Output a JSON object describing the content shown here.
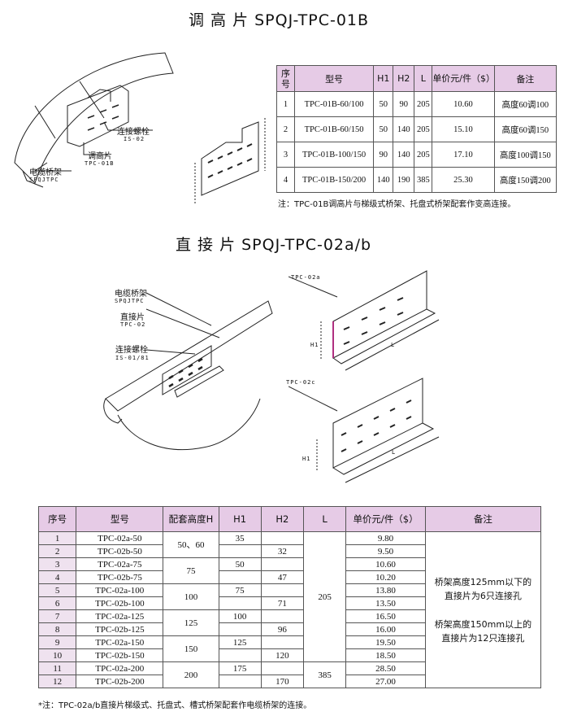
{
  "section1": {
    "title": "调 高 片 SPQJ-TPC-01B",
    "labels": {
      "bolt": "连接螺栓",
      "bolt_code": "IS-02",
      "piece": "调高片",
      "piece_code": "TPC-01B",
      "tray": "电缆桥架",
      "tray_code": "SPQJTPC"
    },
    "table": {
      "headers": [
        "序号",
        "型号",
        "H1",
        "H2",
        "L",
        "单价元/件（$）",
        "备注"
      ],
      "rows": [
        [
          "1",
          "TPC-01B-60/100",
          "50",
          "90",
          "205",
          "10.60",
          "高度60调100"
        ],
        [
          "2",
          "TPC-01B-60/150",
          "50",
          "140",
          "205",
          "15.10",
          "高度60调150"
        ],
        [
          "3",
          "TPC-01B-100/150",
          "90",
          "140",
          "205",
          "17.10",
          "高度100调150"
        ],
        [
          "4",
          "TPC-01B-150/200",
          "140",
          "190",
          "385",
          "25.30",
          "高度150调200"
        ]
      ]
    },
    "note": "注：TPC-01B调高片与梯级式桥架、托盘式桥架配套作变高连接。"
  },
  "section2": {
    "title": "直 接 片 SPQJ-TPC-02a/b",
    "labels": {
      "tray": "电缆桥架",
      "tray_code": "SPQJTPC",
      "piece": "直接片",
      "piece_code": "TPC-02",
      "bolt": "连接螺栓",
      "bolt_code": "IS-01/81",
      "part_a": "TPC-02a",
      "part_c": "TPC-02c",
      "h1": "H1",
      "l": "L"
    },
    "table": {
      "headers": [
        "序号",
        "型号",
        "配套高度H",
        "H1",
        "H2",
        "L",
        "单价元/件（$）",
        "备注"
      ],
      "rows": [
        {
          "no": "1",
          "model": "TPC-02a-50",
          "h1": "35",
          "h2": "",
          "price": "9.80"
        },
        {
          "no": "2",
          "model": "TPC-02b-50",
          "h1": "",
          "h2": "32",
          "price": "9.50"
        },
        {
          "no": "3",
          "model": "TPC-02a-75",
          "h1": "50",
          "h2": "",
          "price": "10.60"
        },
        {
          "no": "4",
          "model": "TPC-02b-75",
          "h1": "",
          "h2": "47",
          "price": "10.20"
        },
        {
          "no": "5",
          "model": "TPC-02a-100",
          "h1": "75",
          "h2": "",
          "price": "13.80"
        },
        {
          "no": "6",
          "model": "TPC-02b-100",
          "h1": "",
          "h2": "71",
          "price": "13.50"
        },
        {
          "no": "7",
          "model": "TPC-02a-125",
          "h1": "100",
          "h2": "",
          "price": "16.50"
        },
        {
          "no": "8",
          "model": "TPC-02b-125",
          "h1": "",
          "h2": "96",
          "price": "16.00"
        },
        {
          "no": "9",
          "model": "TPC-02a-150",
          "h1": "125",
          "h2": "",
          "price": "19.50"
        },
        {
          "no": "10",
          "model": "TPC-02b-150",
          "h1": "",
          "h2": "120",
          "price": "18.50"
        },
        {
          "no": "11",
          "model": "TPC-02a-200",
          "h1": "175",
          "h2": "",
          "price": "28.50"
        },
        {
          "no": "12",
          "model": "TPC-02b-200",
          "h1": "",
          "h2": "170",
          "price": "27.00"
        }
      ],
      "heights": [
        "50、60",
        "75",
        "100",
        "125",
        "150",
        "200"
      ],
      "l_values": [
        "205",
        "385"
      ],
      "remark1": "桥架高度125mm以下的直接片为6只连接孔",
      "remark2": "桥架高度150mm以上的直接片为12只连接孔"
    },
    "note": "*注：TPC-02a/b直接片梯级式、托盘式、槽式桥架配套作电缆桥架的连接。"
  },
  "colors": {
    "header_bg": "#e6cbe6",
    "index_bg": "#efe2ef"
  }
}
